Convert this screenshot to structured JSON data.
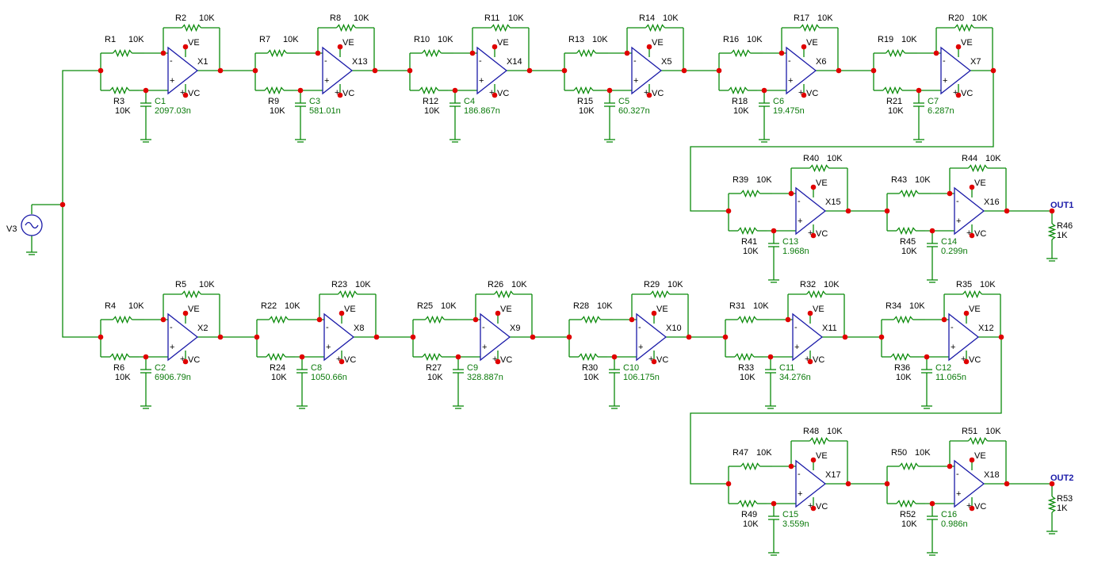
{
  "colors": {
    "wire": "#0a8a0a",
    "component": "#0a8a0a",
    "opamp": "#1a1aa8",
    "node": "#e00000",
    "label": "#000000",
    "value": "#0a7a0a",
    "output": "#1a1aa8"
  },
  "source": {
    "name": "V3"
  },
  "pin_labels": {
    "pos_supply": "VE",
    "neg_supply": "VC",
    "inv": "-",
    "noninv": "+"
  },
  "rows": [
    {
      "stages": [
        {
          "rin": "R1",
          "rin_val": "10K",
          "rf": "R2",
          "rf_val": "10K",
          "rc": "R3",
          "rc_val": "10K",
          "c": "C1",
          "c_val": "2097.03n",
          "opamp": "X1"
        },
        {
          "rin": "R7",
          "rin_val": "10K",
          "rf": "R8",
          "rf_val": "10K",
          "rc": "R9",
          "rc_val": "10K",
          "c": "C3",
          "c_val": "581.01n",
          "opamp": "X13"
        },
        {
          "rin": "R10",
          "rin_val": "10K",
          "rf": "R11",
          "rf_val": "10K",
          "rc": "R12",
          "rc_val": "10K",
          "c": "C4",
          "c_val": "186.867n",
          "opamp": "X14"
        },
        {
          "rin": "R13",
          "rin_val": "10K",
          "rf": "R14",
          "rf_val": "10K",
          "rc": "R15",
          "rc_val": "10K",
          "c": "C5",
          "c_val": "60.327n",
          "opamp": "X5"
        },
        {
          "rin": "R16",
          "rin_val": "10K",
          "rf": "R17",
          "rf_val": "10K",
          "rc": "R18",
          "rc_val": "10K",
          "c": "C6",
          "c_val": "19.475n",
          "opamp": "X6"
        },
        {
          "rin": "R19",
          "rin_val": "10K",
          "rf": "R20",
          "rf_val": "10K",
          "rc": "R21",
          "rc_val": "10K",
          "c": "C7",
          "c_val": "6.287n",
          "opamp": "X7"
        }
      ]
    },
    {
      "stages": [
        {
          "rin": "R39",
          "rin_val": "10K",
          "rf": "R40",
          "rf_val": "10K",
          "rc": "R41",
          "rc_val": "10K",
          "c": "C13",
          "c_val": "1.968n",
          "opamp": "X15"
        },
        {
          "rin": "R43",
          "rin_val": "10K",
          "rf": "R44",
          "rf_val": "10K",
          "rc": "R45",
          "rc_val": "10K",
          "c": "C14",
          "c_val": "0.299n",
          "opamp": "X16"
        }
      ],
      "output": {
        "label": "OUT1",
        "load": "R46",
        "load_val": "1K"
      }
    },
    {
      "stages": [
        {
          "rin": "R4",
          "rin_val": "10K",
          "rf": "R5",
          "rf_val": "10K",
          "rc": "R6",
          "rc_val": "10K",
          "c": "C2",
          "c_val": "6906.79n",
          "opamp": "X2"
        },
        {
          "rin": "R22",
          "rin_val": "10K",
          "rf": "R23",
          "rf_val": "10K",
          "rc": "R24",
          "rc_val": "10K",
          "c": "C8",
          "c_val": "1050.66n",
          "opamp": "X8"
        },
        {
          "rin": "R25",
          "rin_val": "10K",
          "rf": "R26",
          "rf_val": "10K",
          "rc": "R27",
          "rc_val": "10K",
          "c": "C9",
          "c_val": "328.887n",
          "opamp": "X9"
        },
        {
          "rin": "R28",
          "rin_val": "10K",
          "rf": "R29",
          "rf_val": "10K",
          "rc": "R30",
          "rc_val": "10K",
          "c": "C10",
          "c_val": "106.175n",
          "opamp": "X10"
        },
        {
          "rin": "R31",
          "rin_val": "10K",
          "rf": "R32",
          "rf_val": "10K",
          "rc": "R33",
          "rc_val": "10K",
          "c": "C11",
          "c_val": "34.276n",
          "opamp": "X11"
        },
        {
          "rin": "R34",
          "rin_val": "10K",
          "rf": "R35",
          "rf_val": "10K",
          "rc": "R36",
          "rc_val": "10K",
          "c": "C12",
          "c_val": "11.065n",
          "opamp": "X12"
        }
      ]
    },
    {
      "stages": [
        {
          "rin": "R47",
          "rin_val": "10K",
          "rf": "R48",
          "rf_val": "10K",
          "rc": "R49",
          "rc_val": "10K",
          "c": "C15",
          "c_val": "3.559n",
          "opamp": "X17"
        },
        {
          "rin": "R50",
          "rin_val": "10K",
          "rf": "R51",
          "rf_val": "10K",
          "rc": "R52",
          "rc_val": "10K",
          "c": "C16",
          "c_val": "0.986n",
          "opamp": "X18"
        }
      ],
      "output": {
        "label": "OUT2",
        "load": "R53",
        "load_val": "1K"
      }
    }
  ]
}
